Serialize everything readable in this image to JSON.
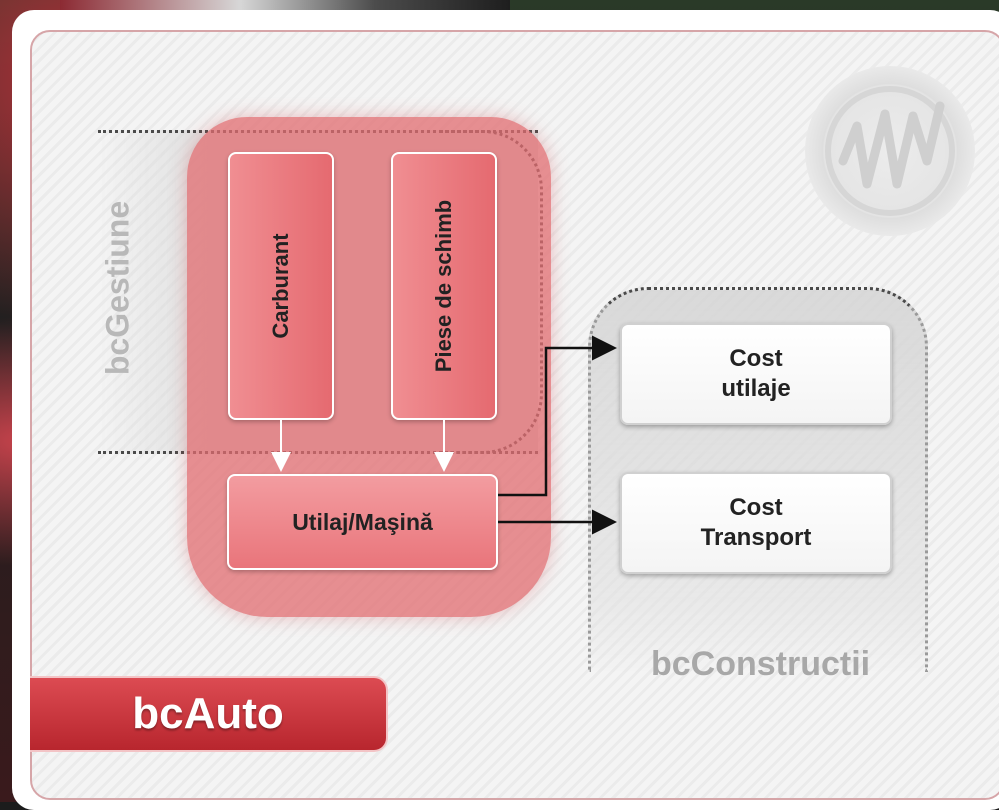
{
  "labels": {
    "gestiune": "bcGestiune",
    "constructii": "bcConstructii",
    "auto": "bcAuto"
  },
  "nodes": {
    "carburant": "Carburant",
    "piese": "Piese de schimb",
    "utilaj": "Utilaj/Maşină",
    "cost_utilaje": [
      "Cost",
      "utilaje"
    ],
    "cost_transport": [
      "Cost",
      "Transport"
    ]
  },
  "edges": [
    {
      "from": "Carburant",
      "to": "Utilaj/Maşină"
    },
    {
      "from": "Piese de schimb",
      "to": "Utilaj/Maşină"
    },
    {
      "from": "Utilaj/Maşină",
      "to": "Cost utilaje"
    },
    {
      "from": "Utilaj/Maşină",
      "to": "Cost Transport"
    }
  ],
  "colors": {
    "accent_red": "#c8323a",
    "node_red": "#e9757b",
    "blob_red": "#e26c70"
  }
}
